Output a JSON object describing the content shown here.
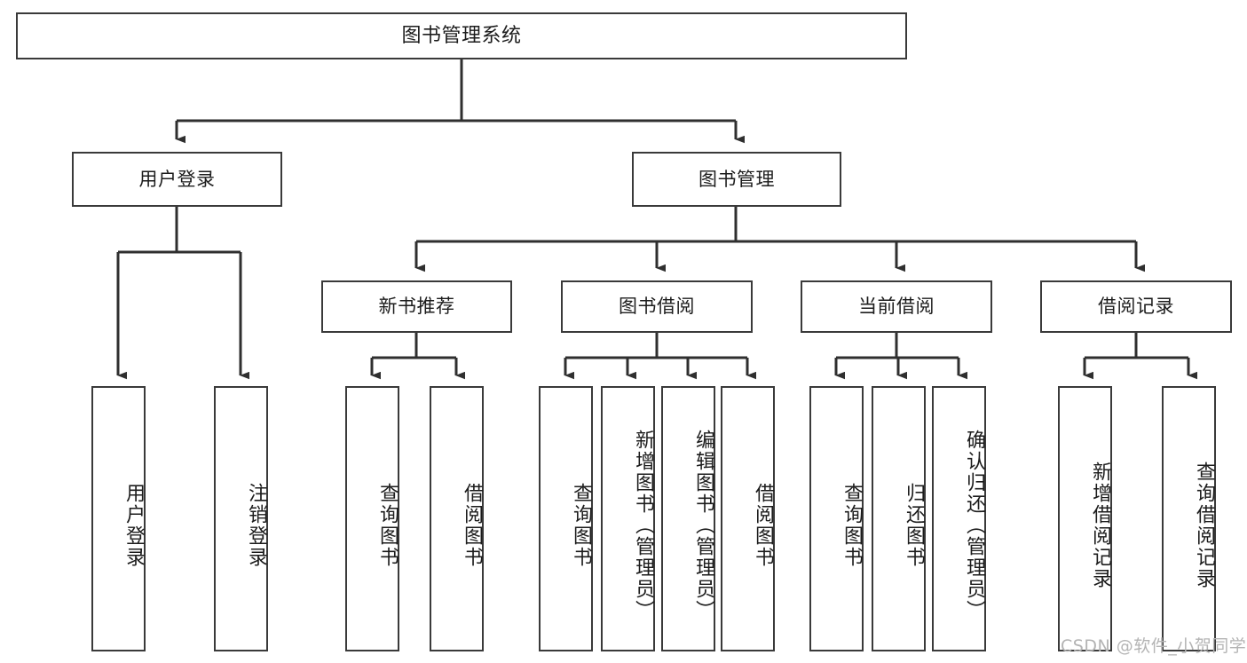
{
  "diagram": {
    "title": "图书管理系统",
    "type": "tree-hierarchy-chart",
    "watermark": "CSDN @软件_小贺同学",
    "colors": {
      "box_border": "#3a3a3a",
      "box_fill": "#ffffff",
      "text": "#1c1c1c",
      "edge": "#2f2f2f",
      "watermark": "#b4b4b4",
      "background": "#ffffff"
    },
    "nodes": {
      "root": {
        "label": "图书管理系统"
      },
      "level2": [
        {
          "id": "user-login",
          "label": "用户登录"
        },
        {
          "id": "book-manage",
          "label": "图书管理"
        }
      ],
      "level3": [
        {
          "id": "new-book-recommend",
          "label": "新书推荐"
        },
        {
          "id": "book-borrow",
          "label": "图书借阅"
        },
        {
          "id": "current-borrow",
          "label": "当前借阅"
        },
        {
          "id": "borrow-record",
          "label": "借阅记录"
        }
      ],
      "level4": {
        "user-login": [
          {
            "id": "leaf-user-login",
            "label": "用户登录"
          },
          {
            "id": "leaf-user-logout",
            "label": "注销登录"
          }
        ],
        "new-book-recommend": [
          {
            "id": "leaf-query-book-1",
            "label": "查询图书"
          },
          {
            "id": "leaf-borrow-book-1",
            "label": "借阅图书"
          }
        ],
        "book-borrow": [
          {
            "id": "leaf-query-book-2",
            "label": "查询图书"
          },
          {
            "id": "leaf-add-book",
            "label": "新增图书（管理员）"
          },
          {
            "id": "leaf-edit-book",
            "label": "编辑图书（管理员）"
          },
          {
            "id": "leaf-borrow-book-2",
            "label": "借阅图书"
          }
        ],
        "current-borrow": [
          {
            "id": "leaf-query-book-3",
            "label": "查询图书"
          },
          {
            "id": "leaf-return-book",
            "label": "归还图书"
          },
          {
            "id": "leaf-confirm-return",
            "label": "确认归还（管理员）"
          }
        ],
        "borrow-record": [
          {
            "id": "leaf-add-record",
            "label": "新增借阅记录"
          },
          {
            "id": "leaf-query-record",
            "label": "查询借阅记录"
          }
        ]
      }
    }
  }
}
